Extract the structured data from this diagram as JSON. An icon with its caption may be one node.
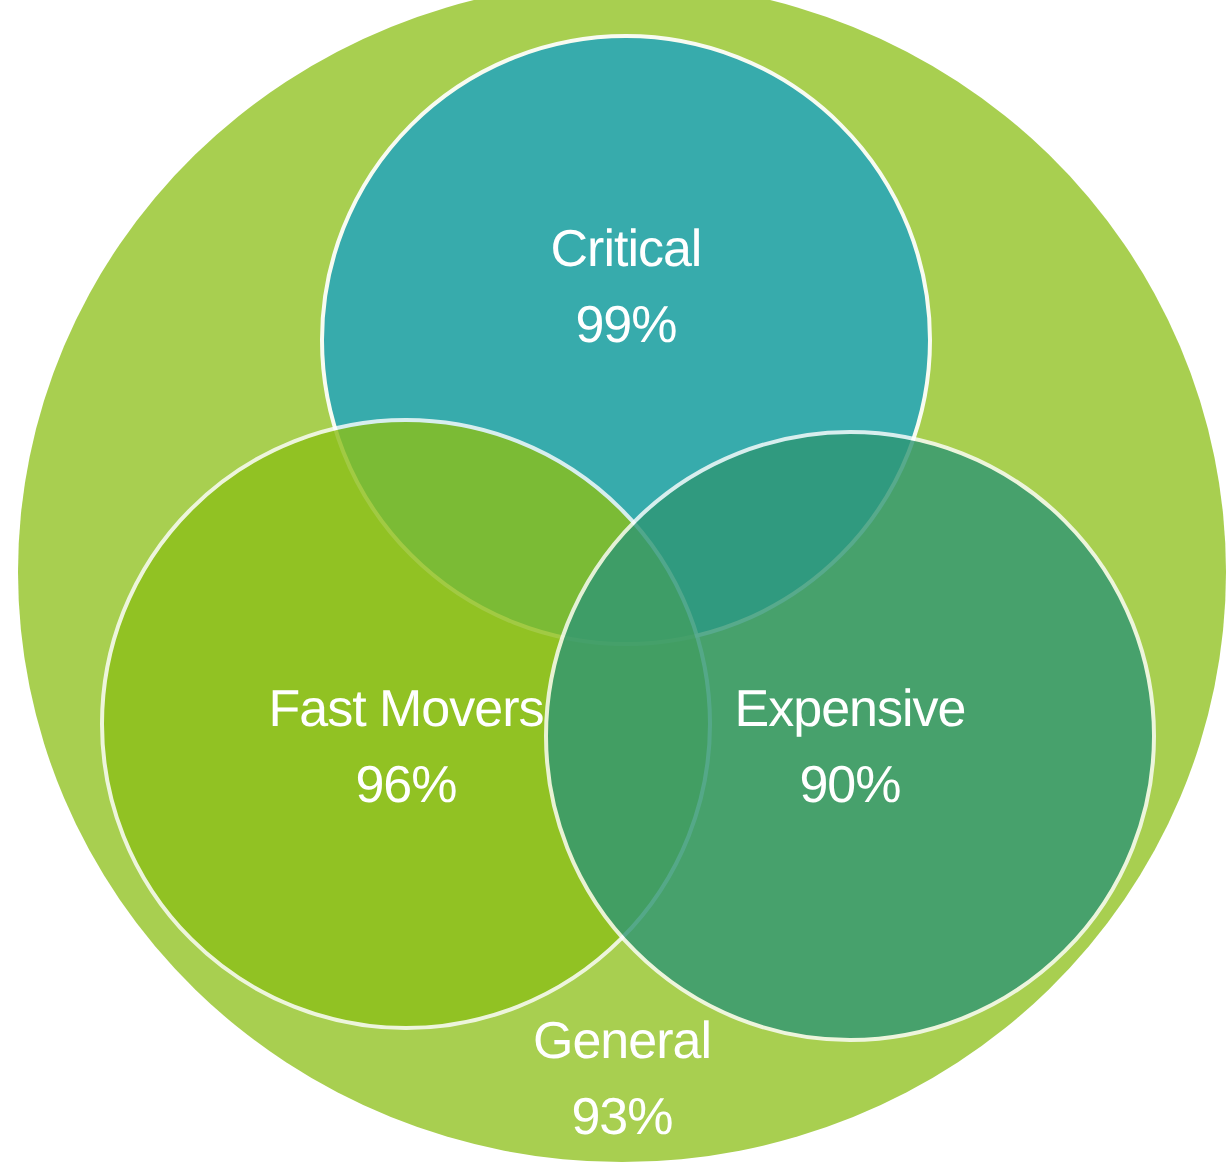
{
  "diagram": {
    "nodes": [
      {
        "text": [
          "General",
          "93%"
        ]
      },
      {
        "text": [
          "Critical",
          "99%"
        ],
        "in": 0
      },
      {
        "text": [
          "Fast Movers",
          "96%"
        ],
        "in": 0
      },
      {
        "text": [
          "Expensive",
          "90%"
        ],
        "in": 0
      }
    ]
  }
}
